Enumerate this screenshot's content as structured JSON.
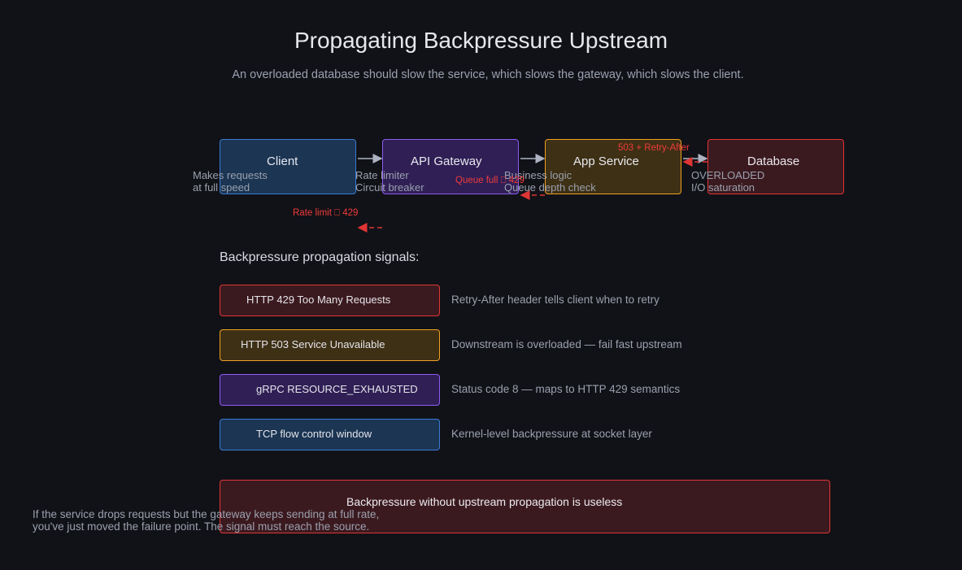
{
  "header": {
    "title": "Propagating Backpressure Upstream",
    "subtitle": "An overloaded database should slow the service, which slows the gateway, which slows the client."
  },
  "nodes": [
    {
      "name": "Client",
      "desc": [
        "Makes requests",
        "at full speed"
      ],
      "color": "#3a7bd5",
      "fill": "#1b3553"
    },
    {
      "name": "API Gateway",
      "desc": [
        "Rate limiter",
        "Circuit breaker"
      ],
      "color": "#8f5bf2",
      "fill": "#2f1f55"
    },
    {
      "name": "App Service",
      "desc": [
        "Business logic",
        "Queue depth check"
      ],
      "color": "#f0a020",
      "fill": "#3e3015"
    },
    {
      "name": "Database",
      "desc": [
        "OVERLOADED",
        "I/O saturation"
      ],
      "color": "#e03535",
      "fill": "#3b1a1f"
    }
  ],
  "backflow_labels": {
    "db_to_service": "503 + Retry-After",
    "service_to_gateway": "Queue full ⎕ 429",
    "gateway_to_client": "Rate limit ⎕ 429"
  },
  "signals": {
    "heading": "Backpressure propagation signals:",
    "items": [
      {
        "label": "HTTP 429 Too Many Requests",
        "desc": "Retry-After header tells client when to retry",
        "color": "#e03535",
        "fill": "#3b1a1f"
      },
      {
        "label": "HTTP 503 Service Unavailable",
        "desc": "Downstream is overloaded — fail fast upstream",
        "color": "#f0a020",
        "fill": "#3e3015"
      },
      {
        "label": "gRPC RESOURCE_EXHAUSTED",
        "desc": "Status code 8 — maps to HTTP 429 semantics",
        "color": "#8f5bf2",
        "fill": "#2f1f55"
      },
      {
        "label": "TCP flow control window",
        "desc": "Kernel-level backpressure at socket layer",
        "color": "#3a7bd5",
        "fill": "#1b3553"
      }
    ]
  },
  "banner": {
    "title": "Backpressure without upstream propagation is useless",
    "lines": [
      "If the service drops requests but the gateway keeps sending at full rate,",
      "you've just moved the failure point. The signal must reach the source."
    ]
  },
  "colors": {
    "background": "#111217",
    "arrow_forward": "#aeb3c2",
    "arrow_back": "#e03535"
  }
}
